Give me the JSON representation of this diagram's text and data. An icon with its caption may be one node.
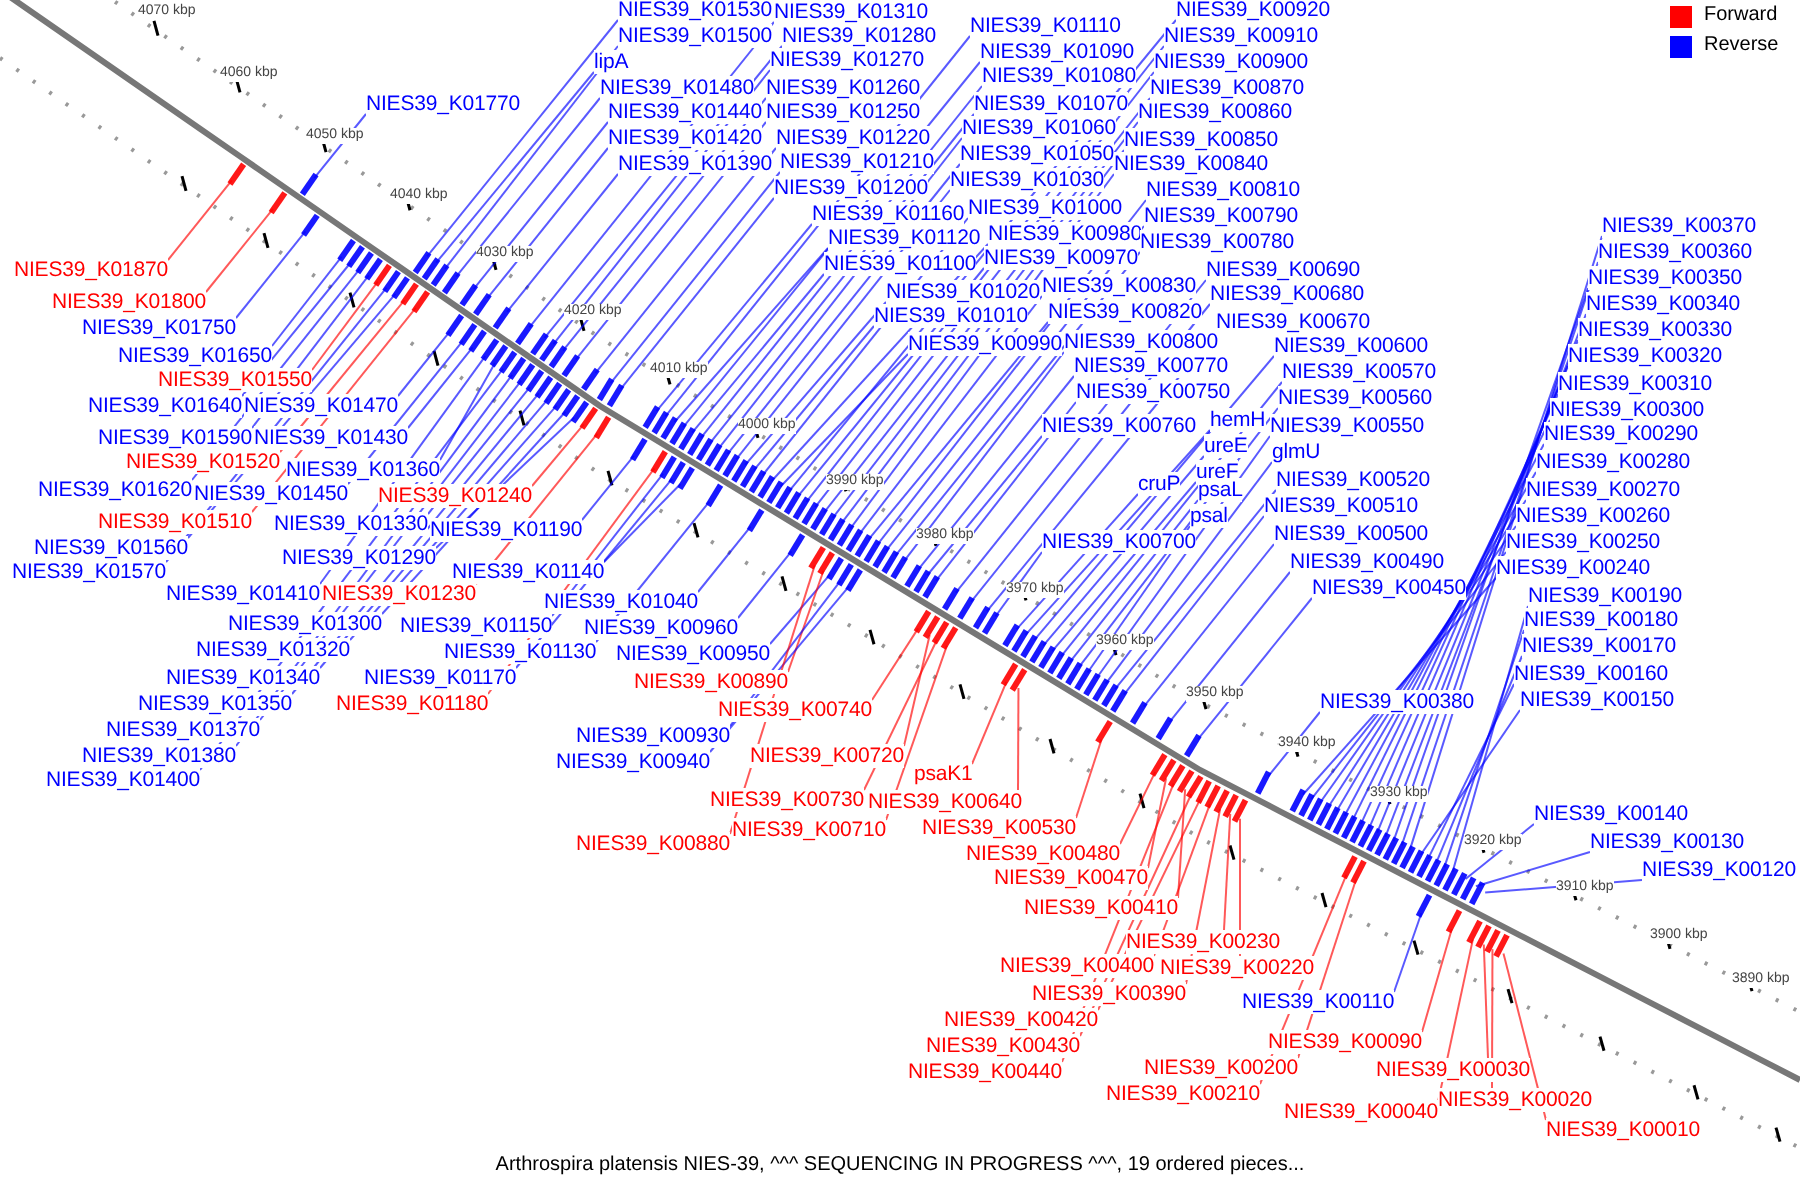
{
  "diagram": {
    "caption": "Arthrospira platensis NIES-39, ^^^ SEQUENCING IN PROGRESS ^^^, 19 ordered pieces...",
    "nodes": [
      {
        "text": [
          "NIES39_K01530"
        ]
      },
      {
        "text": [
          "NIES39_K01500"
        ]
      },
      {
        "text": [
          "lipA"
        ]
      },
      {
        "text": [
          "NIES39_K01480"
        ]
      },
      {
        "text": [
          "NIES39_K01440"
        ]
      },
      {
        "text": [
          "NIES39_K01420"
        ]
      },
      {
        "text": [
          "NIES39_K01390"
        ]
      },
      {
        "text": [
          "NIES39_K01770"
        ]
      },
      {
        "text": [
          "NIES39_K01310"
        ]
      },
      {
        "text": [
          "NIES39_K01280"
        ]
      },
      {
        "text": [
          "NIES39_K01270"
        ]
      },
      {
        "text": [
          "NIES39_K01260"
        ]
      },
      {
        "text": [
          "NIES39_K01250"
        ]
      },
      {
        "text": [
          "NIES39_K01220"
        ]
      },
      {
        "text": [
          "NIES39_K01210"
        ]
      },
      {
        "text": [
          "NIES39_K01200"
        ]
      },
      {
        "text": [
          "NIES39_K01160"
        ]
      },
      {
        "text": [
          "NIES39_K01120"
        ]
      },
      {
        "text": [
          "NIES39_K01100"
        ]
      },
      {
        "text": [
          "NIES39_K01020"
        ]
      },
      {
        "text": [
          "NIES39_K01010"
        ]
      },
      {
        "text": [
          "NIES39_K00990"
        ]
      },
      {
        "text": [
          "NIES39_K01110"
        ]
      },
      {
        "text": [
          "NIES39_K01090"
        ]
      },
      {
        "text": [
          "NIES39_K01080"
        ]
      },
      {
        "text": [
          "NIES39_K01070"
        ]
      },
      {
        "text": [
          "NIES39_K01060"
        ]
      },
      {
        "text": [
          "NIES39_K01050"
        ]
      },
      {
        "text": [
          "NIES39_K01030"
        ]
      },
      {
        "text": [
          "NIES39_K01000"
        ]
      },
      {
        "text": [
          "NIES39_K00980"
        ]
      },
      {
        "text": [
          "NIES39_K00970"
        ]
      },
      {
        "text": [
          "NIES39_K00830"
        ]
      },
      {
        "text": [
          "NIES39_K00820"
        ]
      },
      {
        "text": [
          "NIES39_K00800"
        ]
      },
      {
        "text": [
          "NIES39_K00770"
        ]
      },
      {
        "text": [
          "NIES39_K00750"
        ]
      },
      {
        "text": [
          "NIES39_K00760"
        ]
      },
      {
        "text": [
          "NIES39_K00700"
        ]
      },
      {
        "text": [
          "NIES39_K00920"
        ]
      },
      {
        "text": [
          "NIES39_K00910"
        ]
      },
      {
        "text": [
          "NIES39_K00900"
        ]
      },
      {
        "text": [
          "NIES39_K00870"
        ]
      },
      {
        "text": [
          "NIES39_K00860"
        ]
      },
      {
        "text": [
          "NIES39_K00850"
        ]
      },
      {
        "text": [
          "NIES39_K00840"
        ]
      },
      {
        "text": [
          "NIES39_K00810"
        ]
      },
      {
        "text": [
          "NIES39_K00790"
        ]
      },
      {
        "text": [
          "NIES39_K00780"
        ]
      },
      {
        "text": [
          "NIES39_K00690"
        ]
      },
      {
        "text": [
          "NIES39_K00680"
        ]
      },
      {
        "text": [
          "NIES39_K00670"
        ]
      },
      {
        "text": [
          "NIES39_K00600"
        ]
      },
      {
        "text": [
          "NIES39_K00570"
        ]
      },
      {
        "text": [
          "NIES39_K00560"
        ]
      },
      {
        "text": [
          "hemH"
        ]
      },
      {
        "text": [
          "ureE"
        ]
      },
      {
        "text": [
          "NIES39_K00550"
        ]
      },
      {
        "text": [
          "glmU"
        ]
      },
      {
        "text": [
          "ureF"
        ]
      },
      {
        "text": [
          "NIES39_K00520"
        ]
      },
      {
        "text": [
          "cruP"
        ]
      },
      {
        "text": [
          "psaL"
        ]
      },
      {
        "text": [
          "NIES39_K00510"
        ]
      },
      {
        "text": [
          "psal"
        ]
      },
      {
        "text": [
          "NIES39_K00500"
        ]
      },
      {
        "text": [
          "NIES39_K00490"
        ]
      },
      {
        "text": [
          "NIES39_K00450"
        ]
      },
      {
        "text": [
          "NIES39_K00370"
        ]
      },
      {
        "text": [
          "NIES39_K00360"
        ]
      },
      {
        "text": [
          "NIES39_K00350"
        ]
      },
      {
        "text": [
          "NIES39_K00340"
        ]
      },
      {
        "text": [
          "NIES39_K00330"
        ]
      },
      {
        "text": [
          "NIES39_K00320"
        ]
      },
      {
        "text": [
          "NIES39_K00310"
        ]
      },
      {
        "text": [
          "NIES39_K00300"
        ]
      },
      {
        "text": [
          "NIES39_K00290"
        ]
      },
      {
        "text": [
          "NIES39_K00280"
        ]
      },
      {
        "text": [
          "NIES39_K00270"
        ]
      },
      {
        "text": [
          "NIES39_K00260"
        ]
      },
      {
        "text": [
          "NIES39_K00250"
        ]
      },
      {
        "text": [
          "NIES39_K00240"
        ]
      },
      {
        "text": [
          "NIES39_K00190"
        ]
      },
      {
        "text": [
          "NIES39_K00180"
        ]
      },
      {
        "text": [
          "NIES39_K00170"
        ]
      },
      {
        "text": [
          "NIES39_K00160"
        ]
      },
      {
        "text": [
          "NIES39_K00150"
        ]
      },
      {
        "text": [
          "NIES39_K00380"
        ]
      },
      {
        "text": [
          "NIES39_K00140"
        ]
      },
      {
        "text": [
          "NIES39_K00130"
        ]
      },
      {
        "text": [
          "NIES39_K00120"
        ]
      },
      {
        "text": [
          "NIES39_K01870"
        ]
      },
      {
        "text": [
          "NIES39_K01800"
        ]
      },
      {
        "text": [
          "NIES39_K01750"
        ]
      },
      {
        "text": [
          "NIES39_K01650"
        ]
      },
      {
        "text": [
          "NIES39_K01550"
        ]
      },
      {
        "text": [
          "NIES39_K01640"
        ]
      },
      {
        "text": [
          "NIES39_K01470"
        ]
      },
      {
        "text": [
          "NIES39_K01590"
        ]
      },
      {
        "text": [
          "NIES39_K01430"
        ]
      },
      {
        "text": [
          "NIES39_K01520"
        ]
      },
      {
        "text": [
          "NIES39_K01360"
        ]
      },
      {
        "text": [
          "NIES39_K01620"
        ]
      },
      {
        "text": [
          "NIES39_K01450"
        ]
      },
      {
        "text": [
          "NIES39_K01240"
        ]
      },
      {
        "text": [
          "NIES39_K01510"
        ]
      },
      {
        "text": [
          "NIES39_K01330"
        ]
      },
      {
        "text": [
          "NIES39_K01190"
        ]
      },
      {
        "text": [
          "NIES39_K01560"
        ]
      },
      {
        "text": [
          "NIES39_K01290"
        ]
      },
      {
        "text": [
          "NIES39_K01570"
        ]
      },
      {
        "text": [
          "NIES39_K01140"
        ]
      },
      {
        "text": [
          "NIES39_K01410"
        ]
      },
      {
        "text": [
          "NIES39_K01230"
        ]
      },
      {
        "text": [
          "NIES39_K01300"
        ]
      },
      {
        "text": [
          "NIES39_K01150"
        ]
      },
      {
        "text": [
          "NIES39_K01320"
        ]
      },
      {
        "text": [
          "NIES39_K01130"
        ]
      },
      {
        "text": [
          "NIES39_K01340"
        ]
      },
      {
        "text": [
          "NIES39_K01170"
        ]
      },
      {
        "text": [
          "NIES39_K01350"
        ]
      },
      {
        "text": [
          "NIES39_K01180"
        ]
      },
      {
        "text": [
          "NIES39_K01370"
        ]
      },
      {
        "text": [
          "NIES39_K01380"
        ]
      },
      {
        "text": [
          "NIES39_K01400"
        ]
      },
      {
        "text": [
          "NIES39_K01040"
        ]
      },
      {
        "text": [
          "NIES39_K00960"
        ]
      },
      {
        "text": [
          "NIES39_K00950"
        ]
      },
      {
        "text": [
          "NIES39_K00890"
        ]
      },
      {
        "text": [
          "NIES39_K00740"
        ]
      },
      {
        "text": [
          "NIES39_K00930"
        ]
      },
      {
        "text": [
          "NIES39_K00940"
        ]
      },
      {
        "text": [
          "NIES39_K00720"
        ]
      },
      {
        "text": [
          "NIES39_K00730"
        ]
      },
      {
        "text": [
          "psaK1"
        ]
      },
      {
        "text": [
          "NIES39_K00640"
        ]
      },
      {
        "text": [
          "NIES39_K00710"
        ]
      },
      {
        "text": [
          "NIES39_K00880"
        ]
      },
      {
        "text": [
          "NIES39_K00530"
        ]
      },
      {
        "text": [
          "NIES39_K00480"
        ]
      },
      {
        "text": [
          "NIES39_K00470"
        ]
      },
      {
        "text": [
          "NIES39_K00410"
        ]
      },
      {
        "text": [
          "NIES39_K00230"
        ]
      },
      {
        "text": [
          "NIES39_K00400"
        ]
      },
      {
        "text": [
          "NIES39_K00220"
        ]
      },
      {
        "text": [
          "NIES39_K00390"
        ]
      },
      {
        "text": [
          "NIES39_K00110"
        ]
      },
      {
        "text": [
          "NIES39_K00420"
        ]
      },
      {
        "text": [
          "NIES39_K00090"
        ]
      },
      {
        "text": [
          "NIES39_K00430"
        ]
      },
      {
        "text": [
          "NIES39_K00200"
        ]
      },
      {
        "text": [
          "NIES39_K00030"
        ]
      },
      {
        "text": [
          "NIES39_K00440"
        ]
      },
      {
        "text": [
          "NIES39_K00210"
        ]
      },
      {
        "text": [
          "NIES39_K00020"
        ]
      },
      {
        "text": [
          "NIES39_K00040"
        ]
      },
      {
        "text": [
          "NIES39_K00010"
        ]
      },
      {
        "text": [],
        "shape": "bar"
      },
      {
        "text": [],
        "shape": "bar"
      },
      {
        "text": [],
        "shape": "bar"
      },
      {
        "text": [],
        "shape": "bar"
      },
      {
        "text": [],
        "shape": "bar"
      },
      {
        "text": [],
        "shape": "bar"
      },
      {
        "text": [],
        "shape": "bar"
      },
      {
        "text": [],
        "shape": "bar"
      },
      {
        "text": [],
        "shape": "bar"
      },
      {
        "text": [],
        "shape": "bar"
      },
      {
        "text": [],
        "shape": "bar"
      },
      {
        "text": [],
        "shape": "bar"
      },
      {
        "text": [],
        "shape": "bar"
      },
      {
        "text": [],
        "shape": "bar"
      },
      {
        "text": [],
        "shape": "bar"
      },
      {
        "text": [],
        "shape": "bar"
      },
      {
        "text": [],
        "shape": "bar"
      },
      {
        "text": [],
        "shape": "bar"
      },
      {
        "text": [],
        "shape": "bar"
      },
      {
        "text": [],
        "shape": "bar"
      },
      {
        "text": [],
        "shape": "bar"
      },
      {
        "text": [],
        "shape": "bar"
      },
      {
        "text": [],
        "shape": "bar"
      },
      {
        "text": [],
        "shape": "bar"
      },
      {
        "text": [],
        "shape": "bar"
      },
      {
        "text": [],
        "shape": "bar"
      },
      {
        "text": [],
        "shape": "bar"
      },
      {
        "text": [],
        "shape": "bar"
      },
      {
        "text": [],
        "shape": "bar"
      },
      {
        "text": [],
        "shape": "bar"
      },
      {
        "text": [],
        "shape": "bar"
      },
      {
        "text": [],
        "shape": "bar"
      },
      {
        "text": [],
        "shape": "bar"
      },
      {
        "text": [],
        "shape": "bar"
      },
      {
        "text": [],
        "shape": "bar"
      },
      {
        "text": [],
        "shape": "bar"
      },
      {
        "text": [],
        "shape": "bar"
      },
      {
        "text": [],
        "shape": "bar"
      },
      {
        "text": [],
        "shape": "bar"
      },
      {
        "text": [],
        "shape": "bar"
      },
      {
        "text": [],
        "shape": "bar"
      },
      {
        "text": [],
        "shape": "bar"
      },
      {
        "text": [],
        "shape": "bar"
      },
      {
        "text": [],
        "shape": "bar"
      },
      {
        "text": [],
        "shape": "bar"
      },
      {
        "text": [],
        "shape": "bar"
      },
      {
        "text": [],
        "shape": "bar"
      },
      {
        "text": [],
        "shape": "bar"
      },
      {
        "text": [],
        "shape": "bar"
      },
      {
        "text": [],
        "shape": "bar"
      },
      {
        "text": [],
        "shape": "bar"
      },
      {
        "text": [],
        "shape": "bar"
      },
      {
        "text": [],
        "shape": "bar"
      },
      {
        "text": [],
        "shape": "bar"
      },
      {
        "text": [],
        "shape": "bar"
      },
      {
        "text": [],
        "shape": "bar"
      },
      {
        "text": [],
        "shape": "bar"
      },
      {
        "text": [],
        "shape": "bar"
      },
      {
        "text": [],
        "shape": "bar"
      },
      {
        "text": [],
        "shape": "bar"
      },
      {
        "text": [],
        "shape": "bar"
      },
      {
        "text": [],
        "shape": "bar"
      },
      {
        "text": [],
        "shape": "bar"
      },
      {
        "text": [],
        "shape": "bar"
      },
      {
        "text": [],
        "shape": "bar"
      },
      {
        "text": [],
        "shape": "bar"
      },
      {
        "text": [],
        "shape": "bar"
      },
      {
        "text": [],
        "shape": "bar"
      },
      {
        "text": [],
        "shape": "bar"
      },
      {
        "text": [],
        "shape": "bar"
      },
      {
        "text": [],
        "shape": "bar"
      },
      {
        "text": [],
        "shape": "bar"
      },
      {
        "text": [],
        "shape": "bar"
      },
      {
        "text": [],
        "shape": "bar"
      },
      {
        "text": [],
        "shape": "bar"
      },
      {
        "text": [],
        "shape": "bar"
      },
      {
        "text": [],
        "shape": "bar"
      },
      {
        "text": [],
        "shape": "bar"
      },
      {
        "text": [],
        "shape": "bar"
      },
      {
        "text": [],
        "shape": "bar"
      },
      {
        "text": [],
        "shape": "bar"
      },
      {
        "text": [],
        "shape": "bar"
      },
      {
        "text": [],
        "shape": "bar"
      },
      {
        "text": [],
        "shape": "bar"
      },
      {
        "text": [],
        "shape": "bar"
      },
      {
        "text": [],
        "shape": "bar"
      },
      {
        "text": [],
        "shape": "bar"
      },
      {
        "text": [],
        "shape": "bar"
      },
      {
        "text": [],
        "shape": "bar"
      },
      {
        "text": [],
        "shape": "bar"
      },
      {
        "text": [],
        "shape": "bar"
      },
      {
        "text": [],
        "shape": "bar"
      },
      {
        "text": [],
        "shape": "bar"
      },
      {
        "text": [],
        "shape": "bar"
      },
      {
        "text": [],
        "shape": "bar"
      },
      {
        "text": [],
        "shape": "bar"
      },
      {
        "text": [],
        "shape": "bar"
      },
      {
        "text": [],
        "shape": "bar"
      },
      {
        "text": [],
        "shape": "bar"
      },
      {
        "text": [],
        "shape": "bar"
      },
      {
        "text": [],
        "shape": "bar"
      },
      {
        "text": [],
        "shape": "bar"
      },
      {
        "text": [],
        "shape": "bar"
      },
      {
        "text": [],
        "shape": "bar"
      },
      {
        "text": [],
        "shape": "bar"
      },
      {
        "text": [],
        "shape": "bar"
      },
      {
        "text": [],
        "shape": "bar"
      },
      {
        "text": [],
        "shape": "bar"
      },
      {
        "text": [],
        "shape": "bar"
      },
      {
        "text": [],
        "shape": "bar"
      },
      {
        "text": [],
        "shape": "bar"
      },
      {
        "text": [],
        "shape": "bar"
      },
      {
        "text": [],
        "shape": "bar"
      },
      {
        "text": [],
        "shape": "bar"
      },
      {
        "text": [],
        "shape": "bar"
      },
      {
        "text": [],
        "shape": "bar"
      },
      {
        "text": [],
        "shape": "bar"
      },
      {
        "text": [],
        "shape": "bar"
      },
      {
        "text": [],
        "shape": "bar"
      },
      {
        "text": [],
        "shape": "bar"
      },
      {
        "text": [],
        "shape": "bar"
      },
      {
        "text": [],
        "shape": "bar"
      },
      {
        "text": [],
        "shape": "bar"
      },
      {
        "text": [],
        "shape": "bar"
      },
      {
        "text": [],
        "shape": "bar"
      },
      {
        "text": [],
        "shape": "bar"
      },
      {
        "text": [],
        "shape": "bar"
      },
      {
        "text": [],
        "shape": "bar"
      },
      {
        "text": [],
        "shape": "bar"
      },
      {
        "text": [],
        "shape": "bar"
      },
      {
        "text": [],
        "shape": "bar"
      },
      {
        "text": [],
        "shape": "bar"
      },
      {
        "text": [],
        "shape": "bar"
      },
      {
        "text": [],
        "shape": "bar"
      },
      {
        "text": [],
        "shape": "bar"
      },
      {
        "text": [],
        "shape": "bar"
      },
      {
        "text": [],
        "shape": "bar"
      },
      {
        "text": [],
        "shape": "bar"
      },
      {
        "text": [],
        "shape": "bar"
      },
      {
        "text": [],
        "shape": "bar"
      },
      {
        "text": [],
        "shape": "bar"
      },
      {
        "text": [],
        "shape": "bar"
      },
      {
        "text": [],
        "shape": "bar"
      },
      {
        "text": [],
        "shape": "bar"
      },
      {
        "text": [],
        "shape": "bar"
      },
      {
        "text": [],
        "shape": "bar"
      },
      {
        "text": [],
        "shape": "bar"
      },
      {
        "text": [],
        "shape": "bar"
      },
      {
        "text": [],
        "shape": "bar"
      },
      {
        "text": [],
        "shape": "bar"
      },
      {
        "text": [],
        "shape": "bar"
      },
      {
        "text": [],
        "shape": "bar"
      },
      {
        "text": [],
        "shape": "bar"
      },
      {
        "text": [],
        "shape": "bar"
      },
      {
        "text": [],
        "shape": "bar"
      },
      {
        "text": [],
        "shape": "bar"
      },
      {
        "text": [],
        "shape": "bar"
      }
    ],
    "edges": [
      {
        "from": 0,
        "to": 157,
        "arrow": "none"
      },
      {
        "from": 1,
        "to": 158,
        "arrow": "none"
      },
      {
        "from": 2,
        "to": 159,
        "arrow": "none"
      },
      {
        "from": 3,
        "to": 160,
        "arrow": "none"
      },
      {
        "from": 4,
        "to": 161,
        "arrow": "none"
      },
      {
        "from": 5,
        "to": 162,
        "arrow": "none"
      },
      {
        "from": 6,
        "to": 163,
        "arrow": "none"
      },
      {
        "from": 7,
        "to": 164,
        "arrow": "none"
      },
      {
        "from": 8,
        "to": 165,
        "arrow": "none"
      },
      {
        "from": 9,
        "to": 166,
        "arrow": "none"
      },
      {
        "from": 10,
        "to": 167,
        "arrow": "none"
      },
      {
        "from": 11,
        "to": 168,
        "arrow": "none"
      },
      {
        "from": 12,
        "to": 169,
        "arrow": "none"
      },
      {
        "from": 13,
        "to": 170,
        "arrow": "none"
      },
      {
        "from": 14,
        "to": 171,
        "arrow": "none"
      },
      {
        "from": 15,
        "to": 172,
        "arrow": "none"
      },
      {
        "from": 16,
        "to": 173,
        "arrow": "none"
      },
      {
        "from": 17,
        "to": 174,
        "arrow": "none"
      },
      {
        "from": 18,
        "to": 175,
        "arrow": "none"
      },
      {
        "from": 19,
        "to": 176,
        "arrow": "none"
      },
      {
        "from": 20,
        "to": 177,
        "arrow": "none"
      },
      {
        "from": 21,
        "to": 178,
        "arrow": "none"
      },
      {
        "from": 22,
        "to": 179,
        "arrow": "none"
      },
      {
        "from": 23,
        "to": 180,
        "arrow": "none"
      },
      {
        "from": 24,
        "to": 181,
        "arrow": "none"
      },
      {
        "from": 25,
        "to": 182,
        "arrow": "none"
      },
      {
        "from": 26,
        "to": 183,
        "arrow": "none"
      },
      {
        "from": 27,
        "to": 184,
        "arrow": "none"
      },
      {
        "from": 28,
        "to": 185,
        "arrow": "none"
      },
      {
        "from": 29,
        "to": 186,
        "arrow": "none"
      },
      {
        "from": 30,
        "to": 187,
        "arrow": "none"
      },
      {
        "from": 31,
        "to": 188,
        "arrow": "none"
      },
      {
        "from": 32,
        "to": 189,
        "arrow": "none"
      },
      {
        "from": 33,
        "to": 190,
        "arrow": "none"
      },
      {
        "from": 34,
        "to": 191,
        "arrow": "none"
      },
      {
        "from": 35,
        "to": 192,
        "arrow": "none"
      },
      {
        "from": 36,
        "to": 193,
        "arrow": "none"
      },
      {
        "from": 37,
        "to": 194,
        "arrow": "none"
      },
      {
        "from": 38,
        "to": 195,
        "arrow": "none"
      },
      {
        "from": 39,
        "to": 196,
        "arrow": "none"
      },
      {
        "from": 40,
        "to": 197,
        "arrow": "none"
      },
      {
        "from": 41,
        "to": 198,
        "arrow": "none"
      },
      {
        "from": 42,
        "to": 199,
        "arrow": "none"
      },
      {
        "from": 43,
        "to": 200,
        "arrow": "none"
      },
      {
        "from": 44,
        "to": 201,
        "arrow": "none"
      },
      {
        "from": 45,
        "to": 202,
        "arrow": "none"
      },
      {
        "from": 46,
        "to": 203,
        "arrow": "none"
      },
      {
        "from": 47,
        "to": 204,
        "arrow": "none"
      },
      {
        "from": 48,
        "to": 205,
        "arrow": "none"
      },
      {
        "from": 49,
        "to": 206,
        "arrow": "none"
      },
      {
        "from": 50,
        "to": 207,
        "arrow": "none"
      },
      {
        "from": 51,
        "to": 208,
        "arrow": "none"
      },
      {
        "from": 52,
        "to": 209,
        "arrow": "none"
      },
      {
        "from": 53,
        "to": 210,
        "arrow": "none"
      },
      {
        "from": 54,
        "to": 211,
        "arrow": "none"
      },
      {
        "from": 55,
        "to": 212,
        "arrow": "none"
      },
      {
        "from": 56,
        "to": 213,
        "arrow": "none"
      },
      {
        "from": 57,
        "to": 214,
        "arrow": "none"
      },
      {
        "from": 58,
        "to": 215,
        "arrow": "none"
      },
      {
        "from": 59,
        "to": 216,
        "arrow": "none"
      },
      {
        "from": 60,
        "to": 217,
        "arrow": "none"
      },
      {
        "from": 61,
        "to": 218,
        "arrow": "none"
      },
      {
        "from": 62,
        "to": 219,
        "arrow": "none"
      },
      {
        "from": 63,
        "to": 220,
        "arrow": "none"
      },
      {
        "from": 64,
        "to": 221,
        "arrow": "none"
      },
      {
        "from": 65,
        "to": 222,
        "arrow": "none"
      },
      {
        "from": 66,
        "to": 223,
        "arrow": "none"
      },
      {
        "from": 67,
        "to": 224,
        "arrow": "none"
      },
      {
        "from": 68,
        "to": 225,
        "arrow": "none"
      },
      {
        "from": 69,
        "to": 226,
        "arrow": "none"
      },
      {
        "from": 70,
        "to": 227,
        "arrow": "none"
      },
      {
        "from": 71,
        "to": 228,
        "arrow": "none"
      },
      {
        "from": 72,
        "to": 229,
        "arrow": "none"
      },
      {
        "from": 73,
        "to": 230,
        "arrow": "none"
      },
      {
        "from": 74,
        "to": 231,
        "arrow": "none"
      },
      {
        "from": 75,
        "to": 232,
        "arrow": "none"
      },
      {
        "from": 76,
        "to": 233,
        "arrow": "none"
      },
      {
        "from": 77,
        "to": 234,
        "arrow": "none"
      },
      {
        "from": 78,
        "to": 235,
        "arrow": "none"
      },
      {
        "from": 79,
        "to": 236,
        "arrow": "none"
      },
      {
        "from": 80,
        "to": 237,
        "arrow": "none"
      },
      {
        "from": 81,
        "to": 238,
        "arrow": "none"
      },
      {
        "from": 82,
        "to": 239,
        "arrow": "none"
      },
      {
        "from": 83,
        "to": 240,
        "arrow": "none"
      },
      {
        "from": 84,
        "to": 241,
        "arrow": "none"
      },
      {
        "from": 85,
        "to": 242,
        "arrow": "none"
      },
      {
        "from": 86,
        "to": 243,
        "arrow": "none"
      },
      {
        "from": 87,
        "to": 244,
        "arrow": "none"
      },
      {
        "from": 88,
        "to": 245,
        "arrow": "none"
      },
      {
        "from": 89,
        "to": 246,
        "arrow": "none"
      },
      {
        "from": 90,
        "to": 247,
        "arrow": "none"
      },
      {
        "from": 91,
        "to": 248,
        "arrow": "none",
        "color": "#ff0000"
      },
      {
        "from": 92,
        "to": 249,
        "arrow": "none",
        "color": "#ff0000"
      },
      {
        "from": 93,
        "to": 250,
        "arrow": "none"
      },
      {
        "from": 94,
        "to": 251,
        "arrow": "none"
      },
      {
        "from": 95,
        "to": 252,
        "arrow": "none",
        "color": "#ff0000"
      },
      {
        "from": 96,
        "to": 253,
        "arrow": "none"
      },
      {
        "from": 97,
        "to": 254,
        "arrow": "none"
      },
      {
        "from": 98,
        "to": 255,
        "arrow": "none"
      },
      {
        "from": 99,
        "to": 256,
        "arrow": "none"
      },
      {
        "from": 100,
        "to": 257,
        "arrow": "none",
        "color": "#ff0000"
      },
      {
        "from": 101,
        "to": 258,
        "arrow": "none"
      },
      {
        "from": 102,
        "to": 259,
        "arrow": "none"
      },
      {
        "from": 103,
        "to": 260,
        "arrow": "none"
      },
      {
        "from": 104,
        "to": 261,
        "arrow": "none",
        "color": "#ff0000"
      },
      {
        "from": 105,
        "to": 262,
        "arrow": "none",
        "color": "#ff0000"
      },
      {
        "from": 106,
        "to": 263,
        "arrow": "none"
      },
      {
        "from": 107,
        "to": 264,
        "arrow": "none"
      },
      {
        "from": 108,
        "to": 265,
        "arrow": "none"
      },
      {
        "from": 109,
        "to": 266,
        "arrow": "none"
      },
      {
        "from": 110,
        "to": 267,
        "arrow": "none"
      },
      {
        "from": 111,
        "to": 268,
        "arrow": "none"
      },
      {
        "from": 112,
        "to": 269,
        "arrow": "none"
      },
      {
        "from": 113,
        "to": 270,
        "arrow": "none",
        "color": "#ff0000"
      },
      {
        "from": 114,
        "to": 271,
        "arrow": "none"
      },
      {
        "from": 115,
        "to": 272,
        "arrow": "none"
      },
      {
        "from": 116,
        "to": 273,
        "arrow": "none"
      },
      {
        "from": 117,
        "to": 274,
        "arrow": "none"
      },
      {
        "from": 118,
        "to": 275,
        "arrow": "none"
      },
      {
        "from": 119,
        "to": 276,
        "arrow": "none"
      },
      {
        "from": 120,
        "to": 277,
        "arrow": "none"
      },
      {
        "from": 121,
        "to": 278,
        "arrow": "none",
        "color": "#ff0000"
      },
      {
        "from": 122,
        "to": 279,
        "arrow": "none"
      },
      {
        "from": 123,
        "to": 280,
        "arrow": "none"
      },
      {
        "from": 124,
        "to": 281,
        "arrow": "none"
      },
      {
        "from": 125,
        "to": 282,
        "arrow": "none"
      },
      {
        "from": 126,
        "to": 283,
        "arrow": "none"
      },
      {
        "from": 127,
        "to": 284,
        "arrow": "none"
      },
      {
        "from": 128,
        "to": 285,
        "arrow": "none",
        "color": "#ff0000"
      },
      {
        "from": 129,
        "to": 286,
        "arrow": "none",
        "color": "#ff0000"
      },
      {
        "from": 130,
        "to": 287,
        "arrow": "none"
      },
      {
        "from": 131,
        "to": 288,
        "arrow": "none"
      },
      {
        "from": 132,
        "to": 289,
        "arrow": "none",
        "color": "#ff0000"
      },
      {
        "from": 133,
        "to": 290,
        "arrow": "none",
        "color": "#ff0000"
      },
      {
        "from": 134,
        "to": 291,
        "arrow": "none",
        "color": "#ff0000"
      },
      {
        "from": 135,
        "to": 292,
        "arrow": "none",
        "color": "#ff0000"
      },
      {
        "from": 136,
        "to": 293,
        "arrow": "none",
        "color": "#ff0000"
      },
      {
        "from": 137,
        "to": 294,
        "arrow": "none",
        "color": "#ff0000"
      },
      {
        "from": 138,
        "to": 295,
        "arrow": "none",
        "color": "#ff0000"
      },
      {
        "from": 139,
        "to": 296,
        "arrow": "none",
        "color": "#ff0000"
      },
      {
        "from": 140,
        "to": 297,
        "arrow": "none",
        "color": "#ff0000"
      },
      {
        "from": 141,
        "to": 298,
        "arrow": "none",
        "color": "#ff0000"
      },
      {
        "from": 142,
        "to": 299,
        "arrow": "none",
        "color": "#ff0000"
      },
      {
        "from": 143,
        "to": 300,
        "arrow": "none",
        "color": "#ff0000"
      },
      {
        "from": 144,
        "to": 301,
        "arrow": "none",
        "color": "#ff0000"
      },
      {
        "from": 145,
        "to": 302,
        "arrow": "none",
        "color": "#ff0000"
      },
      {
        "from": 146,
        "to": 303,
        "arrow": "none"
      },
      {
        "from": 147,
        "to": 304,
        "arrow": "none",
        "color": "#ff0000"
      },
      {
        "from": 148,
        "to": 305,
        "arrow": "none",
        "color": "#ff0000"
      },
      {
        "from": 149,
        "to": 306,
        "arrow": "none",
        "color": "#ff0000"
      },
      {
        "from": 150,
        "to": 307,
        "arrow": "none",
        "color": "#ff0000"
      },
      {
        "from": 151,
        "to": 308,
        "arrow": "none",
        "color": "#ff0000"
      },
      {
        "from": 152,
        "to": 309,
        "arrow": "none",
        "color": "#ff0000"
      },
      {
        "from": 153,
        "to": 310,
        "arrow": "none",
        "color": "#ff0000"
      },
      {
        "from": 154,
        "to": 311,
        "arrow": "none",
        "color": "#ff0000"
      },
      {
        "from": 155,
        "to": 312,
        "arrow": "none",
        "color": "#ff0000"
      },
      {
        "from": 156,
        "to": 313,
        "arrow": "none",
        "color": "#ff0000"
      }
    ],
    "labels": [
      "4070 kbp",
      "4060 kbp",
      "4050 kbp",
      "4040 kbp",
      "4030 kbp",
      "4020 kbp",
      "4010 kbp",
      "4000 kbp",
      "3990 kbp",
      "3980 kbp",
      "3970 kbp",
      "3960 kbp",
      "3950 kbp",
      "3940 kbp",
      "3930 kbp",
      "3920 kbp",
      "3910 kbp",
      "3900 kbp",
      "3890 kbp"
    ],
    "legend": [
      {
        "text": "Forward",
        "color": "#ff0000"
      },
      {
        "text": "Reverse",
        "color": "#0000ff"
      }
    ]
  }
}
